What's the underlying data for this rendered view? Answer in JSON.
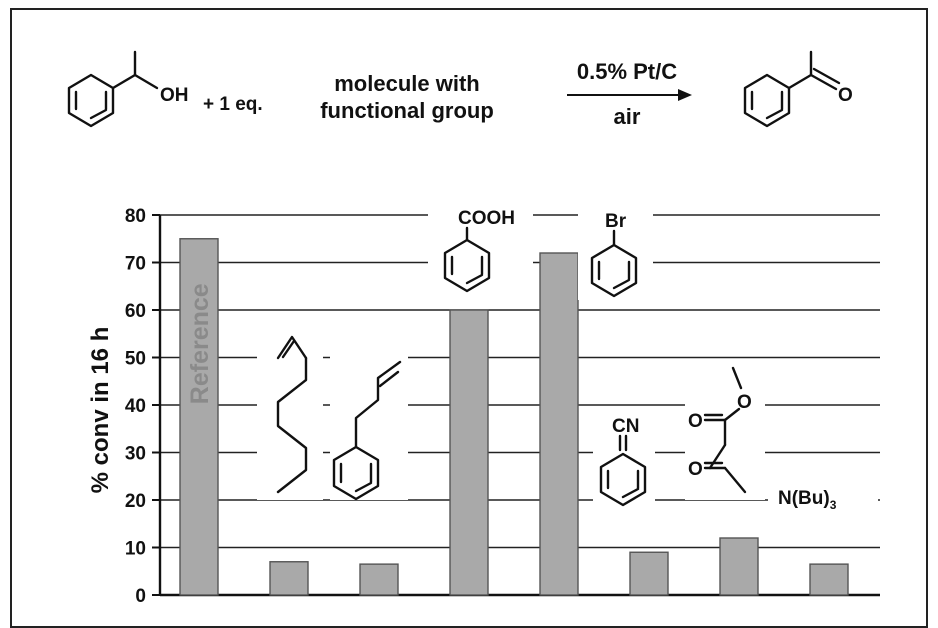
{
  "scheme": {
    "reactant_oh": "OH",
    "plus": "+ 1 eq.",
    "additive_line1": "molecule with",
    "additive_line2": "functional group",
    "catalyst": "0.5% Pt/C",
    "oxidant": "air",
    "product_o": "O"
  },
  "structure_labels": {
    "cooh": "COOH",
    "br": "Br",
    "cn": "CN",
    "ester_o": "O",
    "keto_o": "O",
    "amine": "N(Bu)",
    "amine_sub": "3"
  },
  "chart_data": {
    "type": "bar",
    "ylabel": "% conv in 16 h",
    "ylim": [
      0,
      80
    ],
    "yticks": [
      0,
      10,
      20,
      30,
      40,
      50,
      60,
      70,
      80
    ],
    "grid": true,
    "bar_color": "#a9a9a9",
    "categories": [
      "Reference",
      "1-octene",
      "4-phenyl-1-butene",
      "benzoic acid",
      "bromobenzene",
      "benzonitrile",
      "methyl acetoacetate",
      "tributylamine"
    ],
    "values": [
      75,
      7,
      6.5,
      60,
      72,
      9,
      12,
      6.5
    ],
    "bar_labels": [
      "Reference",
      "",
      "",
      "",
      "",
      "",
      "",
      ""
    ]
  }
}
